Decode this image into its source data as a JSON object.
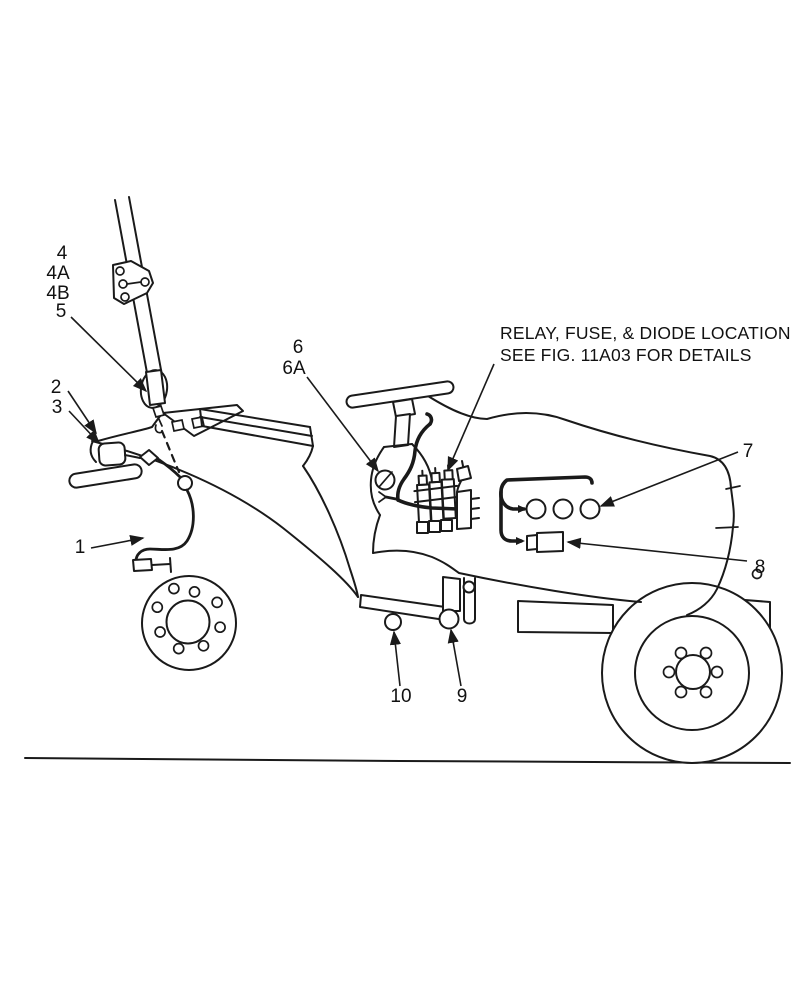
{
  "annotation": {
    "line1": "RELAY, FUSE, & DIODE LOCATION",
    "line2": "SEE FIG. 11A03 FOR DETAILS"
  },
  "callouts": [
    {
      "label": "1",
      "part": "front-wire-harness"
    },
    {
      "label": "2",
      "part": "headlamp"
    },
    {
      "label": "3",
      "part": "headlamp-bezel"
    },
    {
      "label": "4",
      "part": "rops-bracket"
    },
    {
      "label": "4A",
      "part": "rops-bracket-a"
    },
    {
      "label": "4B",
      "part": "rops-bracket-b"
    },
    {
      "label": "5",
      "part": "flasher-lamp"
    },
    {
      "label": "6",
      "part": "key-switch"
    },
    {
      "label": "6A",
      "part": "key-switch-a"
    },
    {
      "label": "7",
      "part": "rear-lamp-sockets"
    },
    {
      "label": "8",
      "part": "diode-connector"
    },
    {
      "label": "9",
      "part": "safety-switch"
    },
    {
      "label": "10",
      "part": "safety-switch-front"
    }
  ],
  "colors": {
    "line": "#1a1a1a",
    "background": "#ffffff"
  }
}
